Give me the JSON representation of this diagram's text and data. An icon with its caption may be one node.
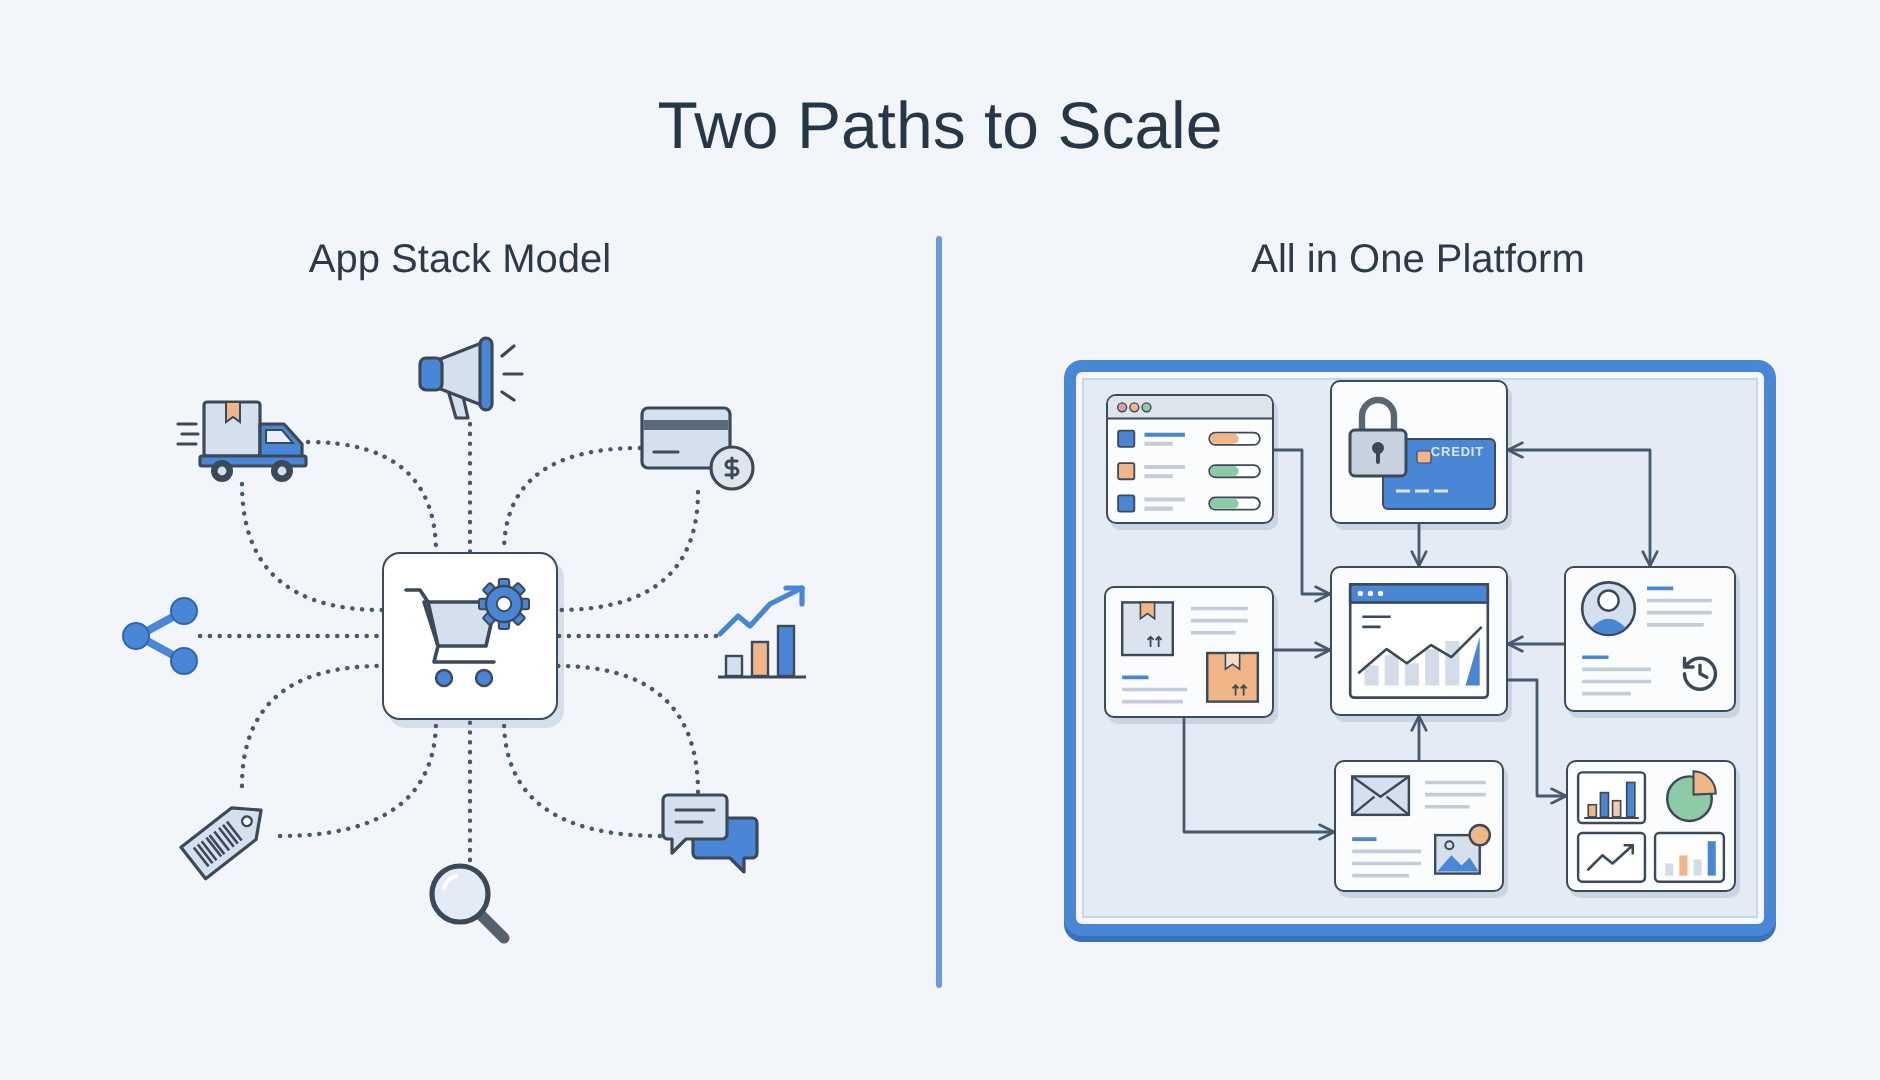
{
  "diagram": {
    "title": "Two Paths to Scale",
    "nodes": [
      {
        "text": [],
        "shape": "picture"
      },
      {
        "text": [],
        "shape": "picture"
      },
      {
        "text": [],
        "shape": "picture"
      },
      {
        "text": [],
        "shape": "picture"
      },
      {
        "text": [],
        "shape": "box"
      },
      {
        "text": [],
        "shape": "picture"
      },
      {
        "text": [],
        "shape": "picture"
      },
      {
        "text": [],
        "shape": "picture"
      },
      {
        "text": [],
        "shape": "picture"
      },
      {
        "text": [],
        "shape": "box"
      },
      {
        "text": [],
        "shape": "box",
        "in": 9
      },
      {
        "text": [
          "CREDIT"
        ],
        "in": 9
      },
      {
        "text": [],
        "shape": "box",
        "in": 9
      },
      {
        "text": [],
        "shape": "box",
        "in": 9
      },
      {
        "text": [],
        "shape": "box",
        "in": 9
      },
      {
        "text": [],
        "shape": "box",
        "in": 9
      },
      {
        "text": [],
        "shape": "box",
        "in": 9
      }
    ],
    "edges": [
      {
        "from": 0,
        "to": 4,
        "arrow": "none",
        "style": "dashed"
      },
      {
        "from": 0,
        "to": 4,
        "arrow": "none",
        "style": "dashed"
      },
      {
        "from": 1,
        "to": 4,
        "arrow": "none",
        "style": "dashed"
      },
      {
        "from": 2,
        "to": 4,
        "arrow": "none",
        "style": "dashed"
      },
      {
        "from": 2,
        "to": 4,
        "arrow": "none",
        "style": "dashed"
      },
      {
        "from": 3,
        "to": 4,
        "arrow": "none",
        "style": "dashed"
      },
      {
        "from": 5,
        "to": 4,
        "arrow": "none",
        "style": "dashed"
      },
      {
        "from": 6,
        "to": 4,
        "arrow": "none",
        "style": "dashed"
      },
      {
        "from": 6,
        "to": 4,
        "arrow": "none",
        "style": "dashed"
      },
      {
        "from": 7,
        "to": 4,
        "arrow": "none",
        "style": "dashed"
      },
      {
        "from": 8,
        "to": 4,
        "arrow": "none",
        "style": "dashed"
      },
      {
        "from": 8,
        "to": 4,
        "arrow": "none",
        "style": "dashed"
      },
      {
        "from": 10,
        "to": 13,
        "arrow": "to"
      },
      {
        "from": 11,
        "to": 13,
        "arrow": "to"
      },
      {
        "from": 11,
        "to": 14,
        "arrow": "both"
      },
      {
        "from": 12,
        "to": 13,
        "arrow": "to"
      },
      {
        "from": 14,
        "to": 13,
        "arrow": "to"
      },
      {
        "from": 15,
        "to": 13,
        "arrow": "to"
      },
      {
        "from": 13,
        "to": 16,
        "arrow": "to"
      },
      {
        "from": 12,
        "to": 15,
        "arrow": "to"
      }
    ],
    "labels": [
      "App Stack Model",
      "All in One Platform"
    ]
  }
}
